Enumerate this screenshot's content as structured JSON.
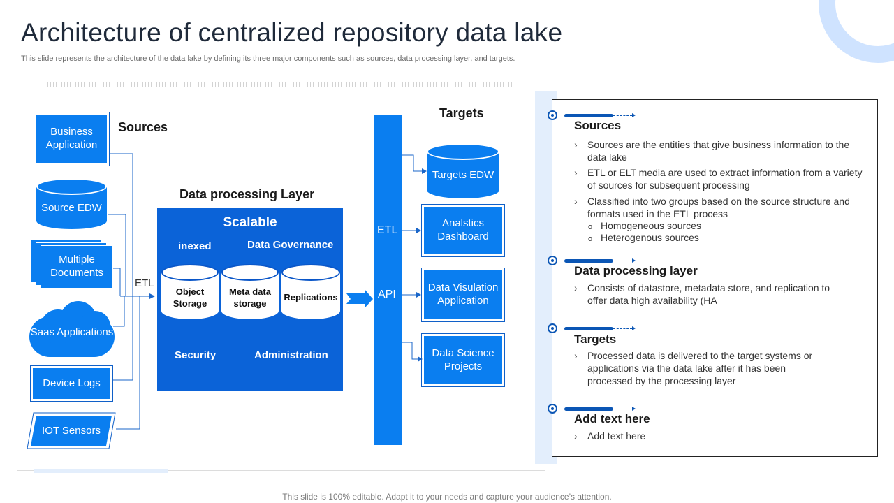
{
  "slide": {
    "title": "Architecture of centralized repository data lake",
    "subtitle": "This slide represents the architecture of the data lake by defining its three major components such as sources, data processing layer, and targets.",
    "footer": "This slide is 100% editable. Adapt it to your needs and capture your audience’s attention."
  },
  "colors": {
    "accent": "#0a7ef0",
    "dark_accent": "#0b63d8",
    "light_band": "#e3eefc"
  },
  "diagram": {
    "sources_label": "Sources",
    "targets_label": "Targets",
    "processing_label": "Data processing Layer",
    "etl_label": "ETL",
    "sources": {
      "business_application": "Business Application",
      "source_edw": "Source EDW",
      "multiple_documents": "Multiple Documents",
      "saas_applications": "Saas Applications",
      "device_logs": "Device Logs",
      "iot_sensors": "IOT Sensors"
    },
    "processing": {
      "scalable": "Scalable",
      "inexed": "inexed",
      "data_governance": "Data Governance",
      "object_storage": "Object Storage",
      "meta_data_storage": "Meta data storage",
      "replications": "Replications",
      "security": "Security",
      "administration": "Administration"
    },
    "pillar": {
      "etl": "ETL",
      "api": "API"
    },
    "targets": {
      "targets_edw": "Targets EDW",
      "analytics_dashboard": "Analstics Dashboard",
      "data_visualization": "Data Visulation Application",
      "data_science": "Data Science Projects"
    }
  },
  "panel": {
    "sections": [
      {
        "heading": "Sources",
        "bullets": [
          "Sources are the entities that give business information to the data lake",
          "ETL or ELT media are used to extract information from a variety of sources for subsequent processing",
          "Classified into two groups based on the source structure and formats used in the ETL process"
        ],
        "sub_bullets": [
          "Homogeneous sources",
          "Heterogenous sources"
        ]
      },
      {
        "heading": "Data processing layer",
        "bullets": [
          "Consists of datastore, metadata store, and replication to offer data high availability (HA"
        ]
      },
      {
        "heading": "Targets",
        "bullets": [
          "Processed data is delivered to the target systems or applications via the data lake after it has been processed by the processing layer"
        ]
      },
      {
        "heading": "Add text here",
        "bullets": [
          "Add text here"
        ]
      }
    ]
  }
}
